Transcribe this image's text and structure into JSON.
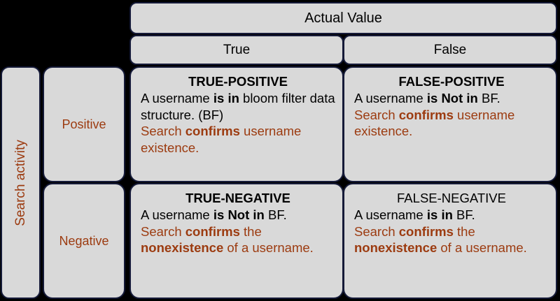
{
  "diagram": {
    "title_row": {
      "actual_value": "Actual Value",
      "col_true": "True",
      "col_false": "False"
    },
    "row_axis": {
      "label": "Search activity",
      "rows": [
        {
          "label": "Positive"
        },
        {
          "label": "Negative"
        }
      ]
    },
    "colors": {
      "cell_fill": "#D9D9D9",
      "border": "#151A38",
      "accent_brown": "#9C3B10",
      "background": "#000000",
      "text": "#000000"
    },
    "quadrants": {
      "true_positive": {
        "title": "TRUE-POSITIVE",
        "title_bold": true,
        "line1_a": "A username ",
        "line1_b": "is in",
        "line1_c": " bloom filter data structure. (BF)",
        "line2_a": "Search ",
        "line2_b": "confirms",
        "line2_c": " username existence."
      },
      "false_positive": {
        "title": "FALSE-POSITIVE",
        "title_bold": true,
        "line1_a": "A username ",
        "line1_b": "is Not in",
        "line1_c": " BF.",
        "line2_a": "Search ",
        "line2_b": "confirms",
        "line2_c": " username existence."
      },
      "true_negative": {
        "title": "TRUE-NEGATIVE",
        "title_bold": true,
        "line1_a": "A username ",
        "line1_b": "is Not in",
        "line1_c": " BF.",
        "line2_a": "Search ",
        "line2_b": "confirms",
        "line2_c": " the ",
        "line2_d": "nonexistence",
        "line2_e": " of a username."
      },
      "false_negative": {
        "title": "FALSE-NEGATIVE",
        "title_bold": false,
        "line1_a": "A username ",
        "line1_b": "is in",
        "line1_c": " BF.",
        "line2_a": "Search ",
        "line2_b": "confirms",
        "line2_c": " the ",
        "line2_d": "nonexistence",
        "line2_e": " of a username."
      }
    }
  }
}
